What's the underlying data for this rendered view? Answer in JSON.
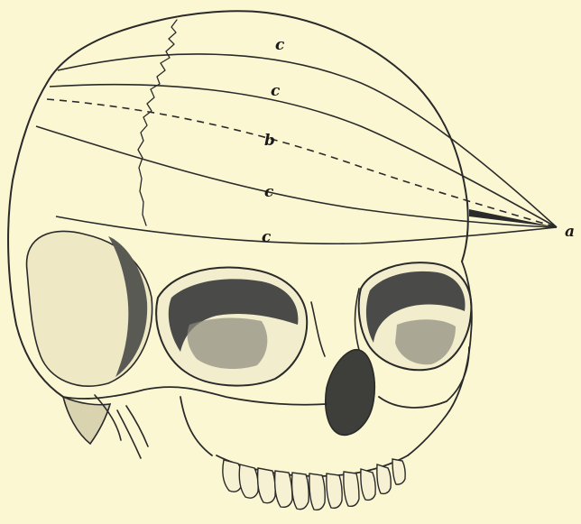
{
  "figure": {
    "labels": {
      "apex": "a",
      "dashed_line": "b",
      "line_1": "c",
      "line_2": "c",
      "line_3": "c",
      "line_4": "c"
    }
  },
  "colors": {
    "paper": "#fbf7d3",
    "ink": "#2a2a2a",
    "shade_dark": "#4a4a48",
    "shade_mid": "#8c8a7e"
  }
}
